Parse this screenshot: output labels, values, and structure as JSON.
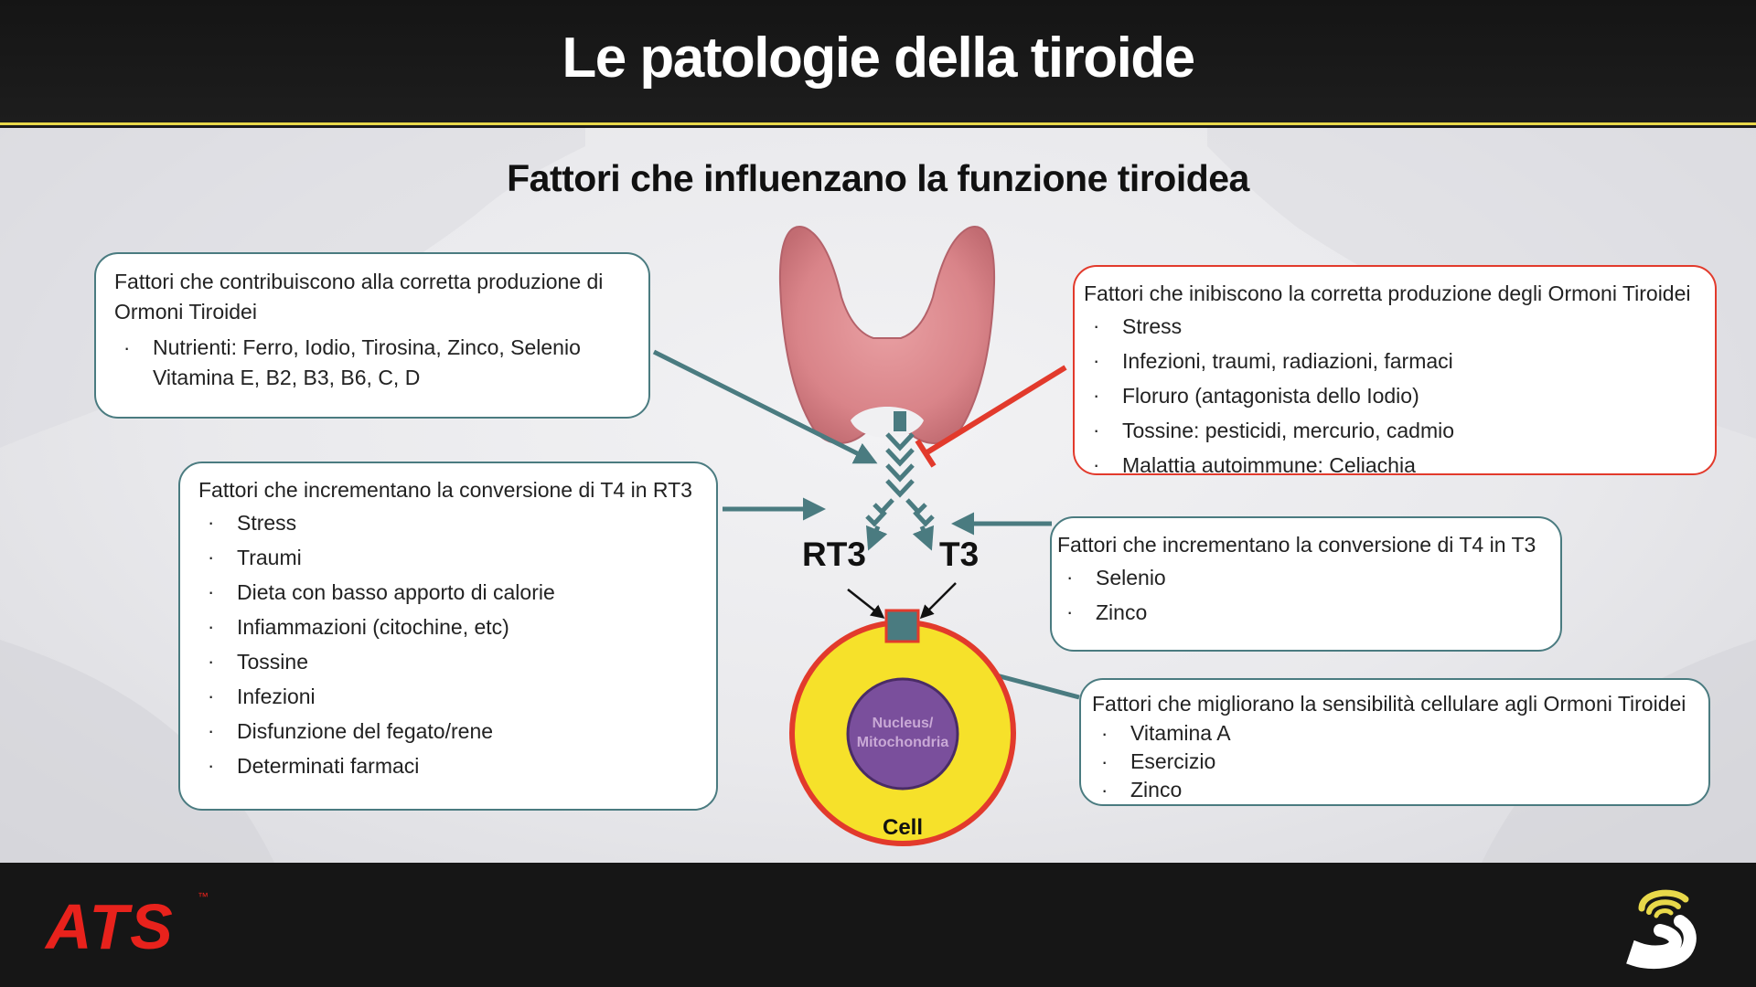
{
  "header": {
    "title": "Le patologie della tiroide"
  },
  "diagram": {
    "subtitle": "Fattori che influenzano la funzione tiroidea",
    "box_production": {
      "title": "Fattori che contribuiscono alla corretta produzione di Ormoni Tiroidei",
      "items": [
        "Nutrienti: Ferro, Iodio, Tirosina, Zinco, Selenio Vitamina E, B2, B3, B6, C, D"
      ]
    },
    "box_inhibit": {
      "title": "Fattori che inibiscono la corretta produzione degli Ormoni Tiroidei",
      "items": [
        "Stress",
        "Infezioni, traumi, radiazioni, farmaci",
        "Floruro (antagonista dello Iodio)",
        "Tossine: pesticidi, mercurio, cadmio",
        "Malattia autoimmune: Celiachia"
      ]
    },
    "box_rt3": {
      "title": "Fattori che incrementano la conversione di T4 in RT3",
      "items": [
        "Stress",
        "Traumi",
        "Dieta con basso apporto di calorie",
        "Infiammazioni (citochine, etc)",
        "Tossine",
        "Infezioni",
        "Disfunzione del fegato/rene",
        "Determinati farmaci"
      ]
    },
    "box_t3": {
      "title": "Fattori che incrementano la conversione di T4 in T3",
      "items": [
        "Selenio",
        "Zinco"
      ]
    },
    "box_sensitivity": {
      "title": "Fattori che migliorano la sensibilità cellulare agli Ormoni Tiroidei",
      "items": [
        "Vitamina A",
        "Esercizio",
        "Zinco"
      ]
    },
    "labels": {
      "rt3": "RT3",
      "t3": "T3",
      "cell": "Cell",
      "nucleus": "Nucleus/ Mitochondria"
    },
    "colors": {
      "arrow_teal": "#4a7b80",
      "inhibit_red": "#e23a2c",
      "cell_yellow": "#f6e12a",
      "cell_border": "#e23a2c",
      "nucleus_purple": "#7a4f9c"
    }
  },
  "footer": {
    "brand_left": "ATS",
    "brand_left_tm": "™"
  }
}
